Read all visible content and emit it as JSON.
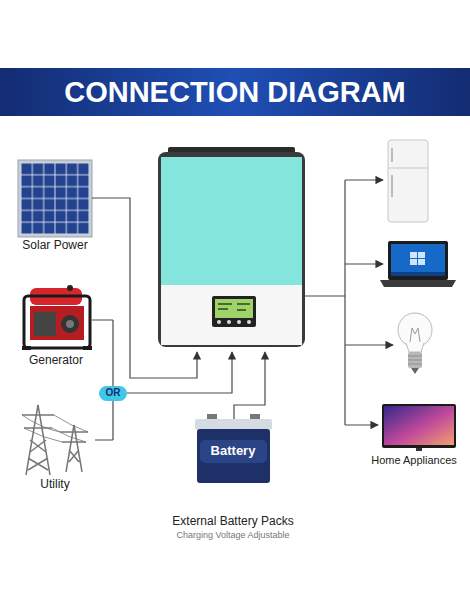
{
  "diagram": {
    "title": "CONNECTION DIAGRAM",
    "nodes": [
      {
        "text": [
          "Solar Power"
        ]
      },
      {
        "text": [
          "Generator"
        ]
      },
      {
        "text": [
          "OR"
        ]
      },
      {
        "text": [
          "Utility"
        ]
      },
      {
        "text": [
          "Battery",
          "External Battery Packs",
          "Charging Voltage Adjustable"
        ]
      },
      {
        "text": [
          "Home Appliances"
        ]
      }
    ]
  }
}
